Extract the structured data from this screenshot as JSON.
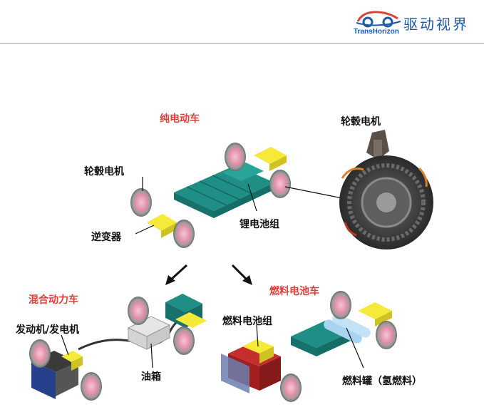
{
  "header": {
    "brand_cn": "驱动视界",
    "brand_en": "TransHorizon"
  },
  "diagram": {
    "top_title": "纯电动车",
    "top_wheel_motor": "轮毂电机",
    "top_battery": "锂电池组",
    "top_inverter": "逆变器",
    "motor_closeup": "轮毂电机",
    "hybrid_title": "混合动力车",
    "hybrid_engine": "发动机/发电机",
    "hybrid_tank": "油箱",
    "fuel_title": "燃料电池车",
    "fuel_stack": "燃料电池组",
    "fuel_tank": "燃料罐（氢燃料）"
  },
  "colors": {
    "brand": "#1e5aa8",
    "title_red": "#e0403a",
    "battery": "#1f8f86",
    "yellow": "#f5ea3a",
    "wheel_pink": "#e7a3b7"
  }
}
